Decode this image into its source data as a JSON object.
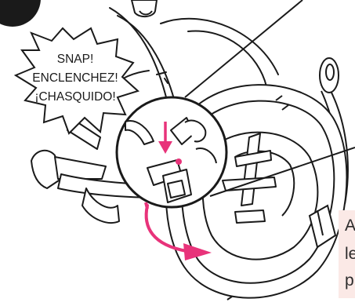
{
  "burst": {
    "line1": "SNAP!",
    "line2": "ENCLENCHEZ!",
    "line3": "¡CHASQUIDO!"
  },
  "side_text": {
    "line1": "A",
    "line2": "le",
    "line3": "p"
  },
  "colors": {
    "accent": "#e8337a",
    "ink": "#1a1a1a",
    "side_panel": "#fbe9e6"
  }
}
